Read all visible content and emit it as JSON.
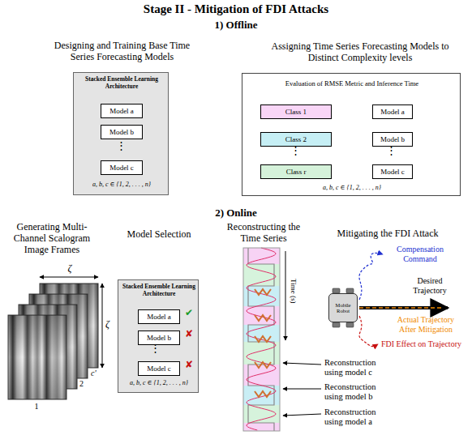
{
  "diagram": {
    "title": "Stage II - Mitigation of FDI Attacks",
    "nodes": [
      {
        "text": [
          "Designing and Training Base Time Series Forecasting Models",
          "Stacked Ensemble Learning Architecture",
          "a, b, c ∈ {1, 2, . . . , n}"
        ]
      },
      {
        "text": [
          "Model a"
        ],
        "in": 0
      },
      {
        "text": [
          "Model b"
        ],
        "in": 0
      },
      {
        "text": [
          "Model c"
        ],
        "in": 0
      },
      {
        "text": [
          "Assigning Time Series Forecasting Models to Distinct Complexity levels",
          "Evaluation of  RMSE Metric and Inference Time",
          "a, b, c ∈ {1, 2, . . . , n}"
        ]
      },
      {
        "text": [
          "Class 1"
        ],
        "in": 4
      },
      {
        "text": [
          "Model a"
        ],
        "in": 4
      },
      {
        "text": [
          "Class 2"
        ],
        "in": 4
      },
      {
        "text": [
          "Model b"
        ],
        "in": 4
      },
      {
        "text": [
          "Class r"
        ],
        "in": 4
      },
      {
        "text": [
          "Model c"
        ],
        "in": 4
      },
      {
        "text": [
          "Model Selection",
          "Stacked Ensemble Learning Architecture",
          "a, b, c ∈ {1, 2, . . . , n}"
        ]
      },
      {
        "text": [
          "Model a"
        ],
        "in": 11
      },
      {
        "text": [
          "Model b"
        ],
        "in": 11
      },
      {
        "text": [
          "Model c"
        ],
        "in": 11
      },
      {
        "text": [
          "Mobile Robot"
        ]
      }
    ],
    "edges": [
      {
        "from": 5,
        "to": 6,
        "arrow": "to"
      },
      {
        "from": 7,
        "to": 8,
        "arrow": "to"
      },
      {
        "from": 9,
        "to": 10,
        "arrow": "to"
      }
    ],
    "labels": [
      "1) Offline",
      "2) Online",
      "⋮",
      "⋮",
      "⋮",
      "Generating Multi-Channel Scalogram Image Frames",
      "ζ",
      "ζ",
      "c'",
      "2",
      "1",
      "⋮",
      "✔",
      "✘",
      "✘",
      "Reconstructing the Time Series",
      "Time (s)",
      "Reconstruction using model c",
      "Reconstruction using model b",
      "Reconstruction using model a",
      "Mitigating the FDI Attack",
      "Compensation Command",
      "Desired Trajectory",
      "Actual Trajectory After Mitigation",
      "FDI Effect on Trajectory"
    ]
  }
}
